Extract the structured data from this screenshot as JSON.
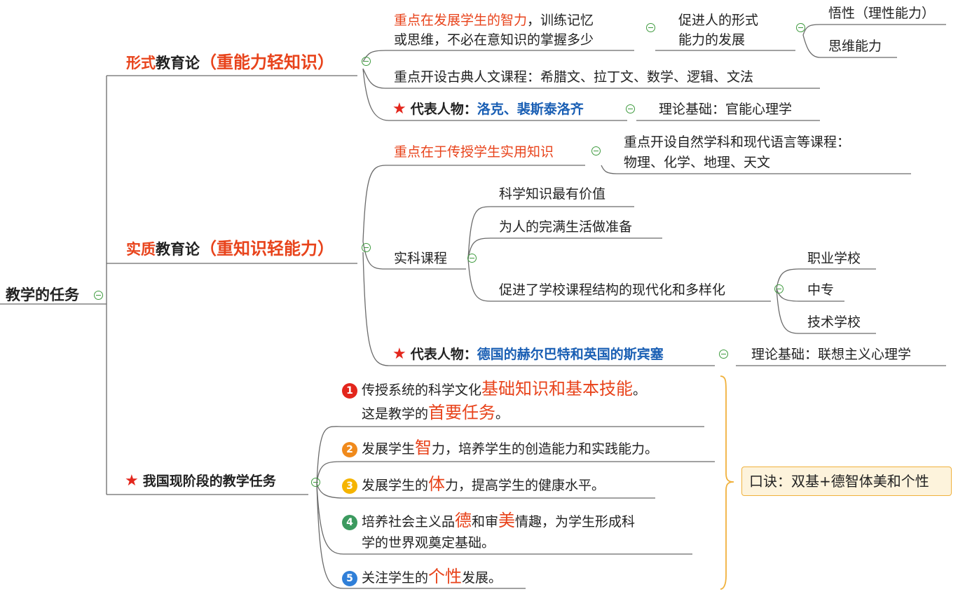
{
  "root": {
    "label": "教学的任务"
  },
  "formal": {
    "prefix": "形式",
    "suffix": "教育论",
    "bracket": "（重能力轻知识）",
    "focus_red": "重点在发展学生的智力",
    "focus_rest": "，训练记忆",
    "focus_line2": "或思维，不必在意知识的掌握多少",
    "promote_line1": "促进人的形式",
    "promote_line2": "能力的发展",
    "ability1": "悟性（理性能力）",
    "ability2": "思维能力",
    "courses": "重点开设古典人文课程：希腊文、拉丁文、数学、逻辑、文法",
    "rep_label": "代表人物：",
    "rep_names": "洛克、裴斯泰洛齐",
    "theory": "理论基础：官能心理学"
  },
  "material": {
    "prefix": "实质",
    "suffix": "教育论",
    "bracket": "（重知识轻能力）",
    "focus": "重点在于传授学生实用知识",
    "courses_line1": "重点开设自然学科和现代语言等课程：",
    "courses_line2": "物理、化学、地理、天文",
    "practical": "实科课程",
    "pc1": "科学知识最有价值",
    "pc2": "为人的完满生活做准备",
    "pc3": "促进了学校课程结构的现代化和多样化",
    "schools": [
      "职业学校",
      "中专",
      "技术学校"
    ],
    "rep_label": "代表人物：",
    "rep_names": "德国的赫尔巴特和英国的斯宾塞",
    "theory": "理论基础：联想主义心理学"
  },
  "china": {
    "label": "我国现阶段的教学任务",
    "task1": {
      "num": "1",
      "a": "传授系统的科学文化",
      "hl": "基础知识和基本技能",
      "b": "。",
      "line2a": "这是教学的",
      "line2hl": "首要任务",
      "line2b": "。"
    },
    "task2": {
      "num": "2",
      "a": "发展学生",
      "hl": "智",
      "b": "力，培养学生的创造能力和实践能力。"
    },
    "task3": {
      "num": "3",
      "a": "发展学生的",
      "hl": "体",
      "b": "力，提高学生的健康水平。"
    },
    "task4": {
      "num": "4",
      "a": "培养社会主义品",
      "hl1": "德",
      "b": "和审",
      "hl2": "美",
      "c": "情趣，为学生形成科",
      "line2": "学的世界观奠定基础。"
    },
    "task5": {
      "num": "5",
      "a": "关注学生的",
      "hl": "个性",
      "b": "发展。"
    },
    "mnemonic": "口诀：双基+德智体美和个性"
  },
  "colors": {
    "line": "#6b6b6b",
    "red": "#e8431b",
    "blue": "#1a5fb4",
    "collapse": "#3f9b3f",
    "star": "#e3261c",
    "num1": "#e3261c",
    "num2": "#f08a1c",
    "num3": "#f5b400",
    "num4": "#3c9a5f",
    "num5": "#2f7fd8",
    "mnemonic_bg": "#fdf3dc",
    "mnemonic_border": "#f0b13c"
  }
}
